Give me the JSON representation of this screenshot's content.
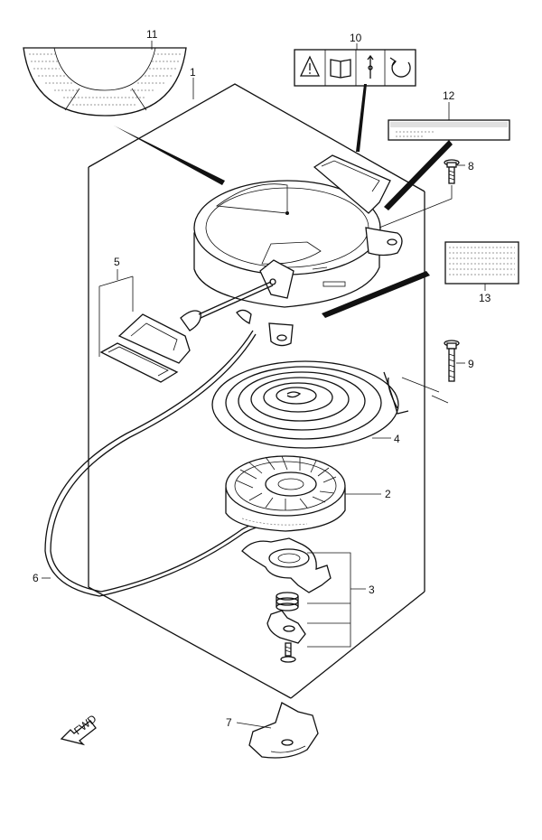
{
  "callouts": [
    {
      "id": "c1",
      "label": "1"
    },
    {
      "id": "c2",
      "label": "2"
    },
    {
      "id": "c3",
      "label": "3"
    },
    {
      "id": "c4",
      "label": "4"
    },
    {
      "id": "c5",
      "label": "5"
    },
    {
      "id": "c6",
      "label": "6"
    },
    {
      "id": "c7",
      "label": "7"
    },
    {
      "id": "c8",
      "label": "8"
    },
    {
      "id": "c9",
      "label": "9"
    },
    {
      "id": "c10",
      "label": "10"
    },
    {
      "id": "c11",
      "label": "11"
    },
    {
      "id": "c12",
      "label": "12"
    },
    {
      "id": "c13",
      "label": "13"
    }
  ],
  "forward_marker": "FWD"
}
